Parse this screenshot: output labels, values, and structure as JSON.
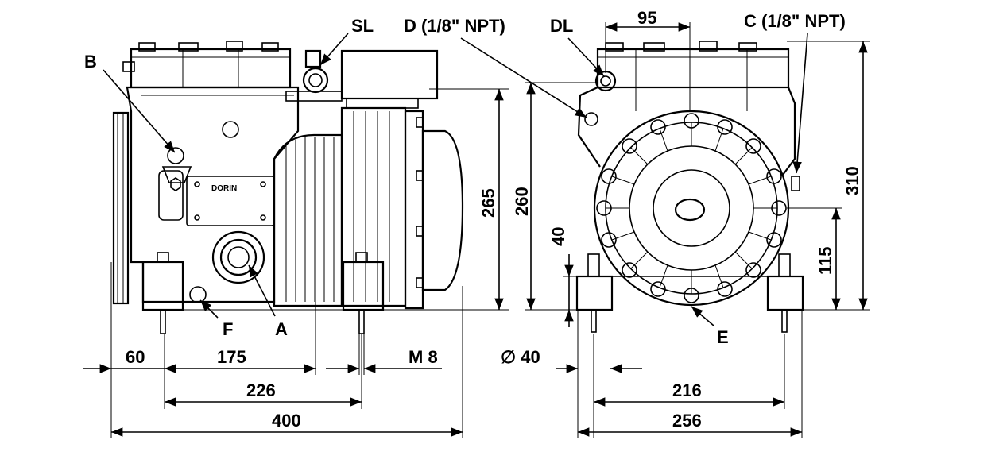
{
  "callouts": {
    "b": "B",
    "sl": "SL",
    "d": "D (1/8\" NPT)",
    "dl": "DL",
    "c": "C (1/8\" NPT)",
    "f": "F",
    "a": "A",
    "e": "E"
  },
  "brand": "DORIN",
  "dimensions": {
    "d95": "95",
    "d310": "310",
    "d265": "265",
    "d260": "260",
    "d40v": "40",
    "d115": "115",
    "d60": "60",
    "d175": "175",
    "m8": "M 8",
    "dia40": "∅ 40",
    "d226": "226",
    "d400": "400",
    "d216": "216",
    "d256": "256"
  }
}
